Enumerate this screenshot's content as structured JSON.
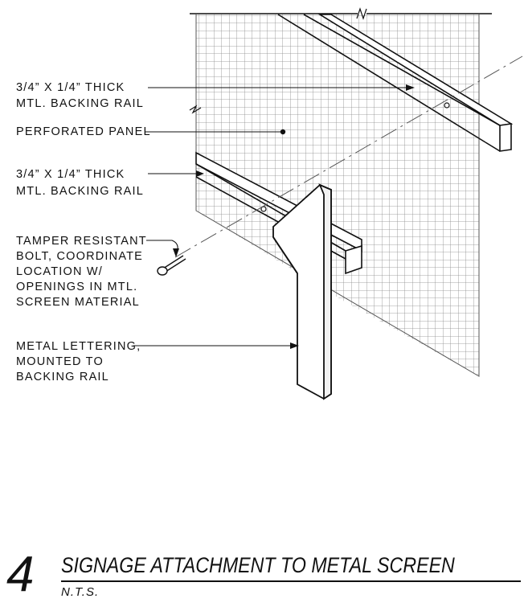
{
  "callouts": {
    "rail_top": [
      "3/4” X 1/4” THICK",
      "MTL. BACKING RAIL"
    ],
    "panel": [
      "PERFORATED PANEL"
    ],
    "rail_bottom": [
      "3/4” X 1/4” THICK",
      "MTL. BACKING RAIL"
    ],
    "bolt": [
      "TAMPER RESISTANT",
      "BOLT, COORDINATE",
      "LOCATION W/",
      "OPENINGS IN MTL.",
      "SCREEN MATERIAL"
    ],
    "lettering": [
      "METAL LETTERING,",
      "MOUNTED TO",
      "BACKING RAIL"
    ]
  },
  "title": {
    "number": "4",
    "main": "SIGNAGE ATTACHMENT TO METAL SCREEN",
    "scale": "N.T.S."
  }
}
